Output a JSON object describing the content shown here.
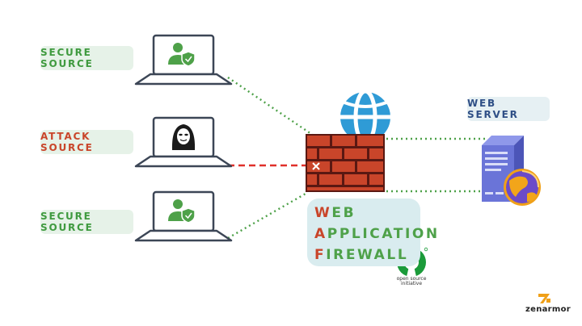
{
  "sources": [
    {
      "label": "SECURE SOURCE",
      "kind": "secure"
    },
    {
      "label": "ATTACK SOURCE",
      "kind": "attack"
    },
    {
      "label": "SECURE SOURCE",
      "kind": "secure"
    }
  ],
  "server": {
    "label": "WEB SERVER"
  },
  "waf": {
    "lines": [
      {
        "initial": "W",
        "rest": "EB"
      },
      {
        "initial": "A",
        "rest": "PPLICATION"
      },
      {
        "initial": "F",
        "rest": "IREWALL"
      }
    ]
  },
  "osi": {
    "line1": "open source",
    "line2": "initiative"
  },
  "brand": {
    "name": "zenarmor"
  },
  "colors": {
    "secure_green": "#4ea149",
    "attack_red": "#c9452a",
    "brick": "#c9452a",
    "globe_blue": "#2f9bd6",
    "server_purple": "#6a74d8",
    "laptop_dark": "#3c4656"
  }
}
